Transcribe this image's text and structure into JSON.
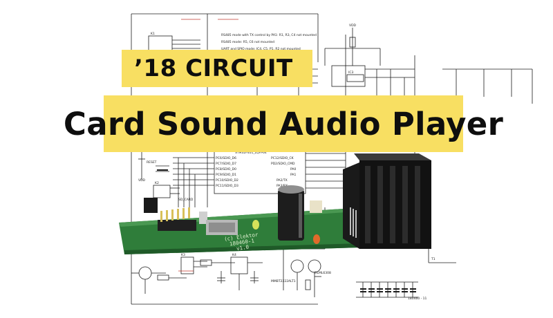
{
  "banner": {
    "kicker": "’18 CIRCUIT",
    "title": "Card Sound Audio Player"
  },
  "board": {
    "brand": "(c) Elektor",
    "code_line1": "180460-1",
    "code_line2": "v1.0"
  },
  "schematic": {
    "notes": [
      "RS485 mode with TX control by PA1: R1, R3, C4 not mounted",
      "RS485 mode: R5, C6 not mounted",
      "UART and SPIO mode: IC4, C5, P1, R2 not mounted"
    ],
    "mcu_label": "STM32F401_LQFP64",
    "labels": [
      "VDD",
      "VDD",
      "VDD",
      "VDD",
      "VDD",
      "K1",
      "K2",
      "K3",
      "K4",
      "IC3",
      "T1",
      "RESET",
      "SD_CARD",
      "MMBT2222ALT1",
      "IRLML6308",
      "180460 - 11"
    ],
    "pin_labels": [
      "PC6/SDIO_D6",
      "PC7/SDIO_D7",
      "PC8/SDIO_D0",
      "PC9/SDIO_D1",
      "PC10/SDIO_D2",
      "PC11/SDIO_D3",
      "PC12/SDIO_CK",
      "PD2/SDIO_CMD",
      "PA0",
      "PA1",
      "PA2/TX",
      "PA3/RX"
    ]
  },
  "colors": {
    "highlight": "#f8df62",
    "pcb_green": "#2f7d3a",
    "wire": "#1c1c1c",
    "net_red": "#c0392b"
  },
  "icons": [
    "heatsink-icon",
    "capacitor-icon",
    "led-icon",
    "pin-header-icon"
  ]
}
